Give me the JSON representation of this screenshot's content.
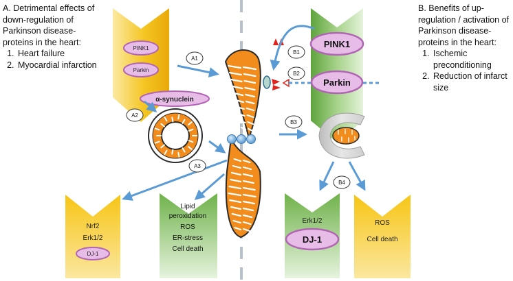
{
  "panel_a": {
    "heading": "A. Detrimental effects of down-regulation of Parkinson disease-proteins in the heart:",
    "items": [
      "Heart failure",
      "Myocardial infarction"
    ]
  },
  "panel_b": {
    "heading": "B. Benefits of up-regulation / activation of Parkinson disease-proteins in the heart:",
    "items": [
      "Ischemic preconditioning",
      "Reduction of infarct size"
    ]
  },
  "labels": {
    "pink1_small": "PINK1",
    "parkin_small": "Parkin",
    "alpha_synuclein": "α-synuclein",
    "pink1_large": "PINK1",
    "parkin_large": "Parkin",
    "nrf2": "Nrf2",
    "erk_left": "Erk1/2",
    "dj1_small": "DJ-1",
    "lipid1": "Lipid",
    "lipid2": "peroxidation",
    "ros_left": "ROS",
    "er_stress": "ER-stress",
    "cell_death_left": "Cell death",
    "erk_right": "Erk1/2",
    "dj1_large": "DJ-1",
    "ros_right": "ROS",
    "cell_death_right": "Cell death"
  },
  "markers": {
    "a1": "A1",
    "a2": "A2",
    "a3": "A3",
    "b1": "B1",
    "b2": "B2",
    "b3": "B3",
    "b4": "B4"
  },
  "colors": {
    "arrow": "#5b9bd5",
    "mito_fill": "#f28c1c",
    "pill_fill": "#e7bde8",
    "pill_stroke": "#b165b4",
    "gold": "#f5c21a",
    "green": "#6fb24a",
    "divider": "#b7bfca",
    "red_marker": "#e0231c"
  }
}
